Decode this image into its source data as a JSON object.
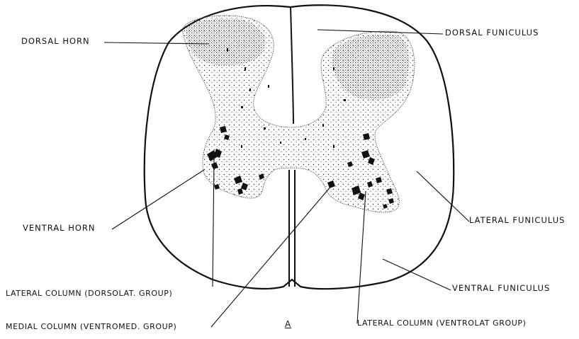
{
  "labels": {
    "dorsal_horn": "DORSAL HORN",
    "dorsal_funiculus": "DORSAL FUNICULUS",
    "lateral_funiculus": "LATERAL FUNICULUS",
    "ventral_horn": "VENTRAL HORN",
    "ventral_funiculus": "VENTRAL FUNICULUS",
    "lateral_column_dorsolat": "LATERAL COLUMN (DORSOLAT. GROUP)",
    "medial_column": "MEDIAL COLUMN (VENTROMED. GROUP)",
    "lateral_column_ventrolat": "LATERAL COLUMN (VENTROLAT GROUP)",
    "panel": "A"
  }
}
